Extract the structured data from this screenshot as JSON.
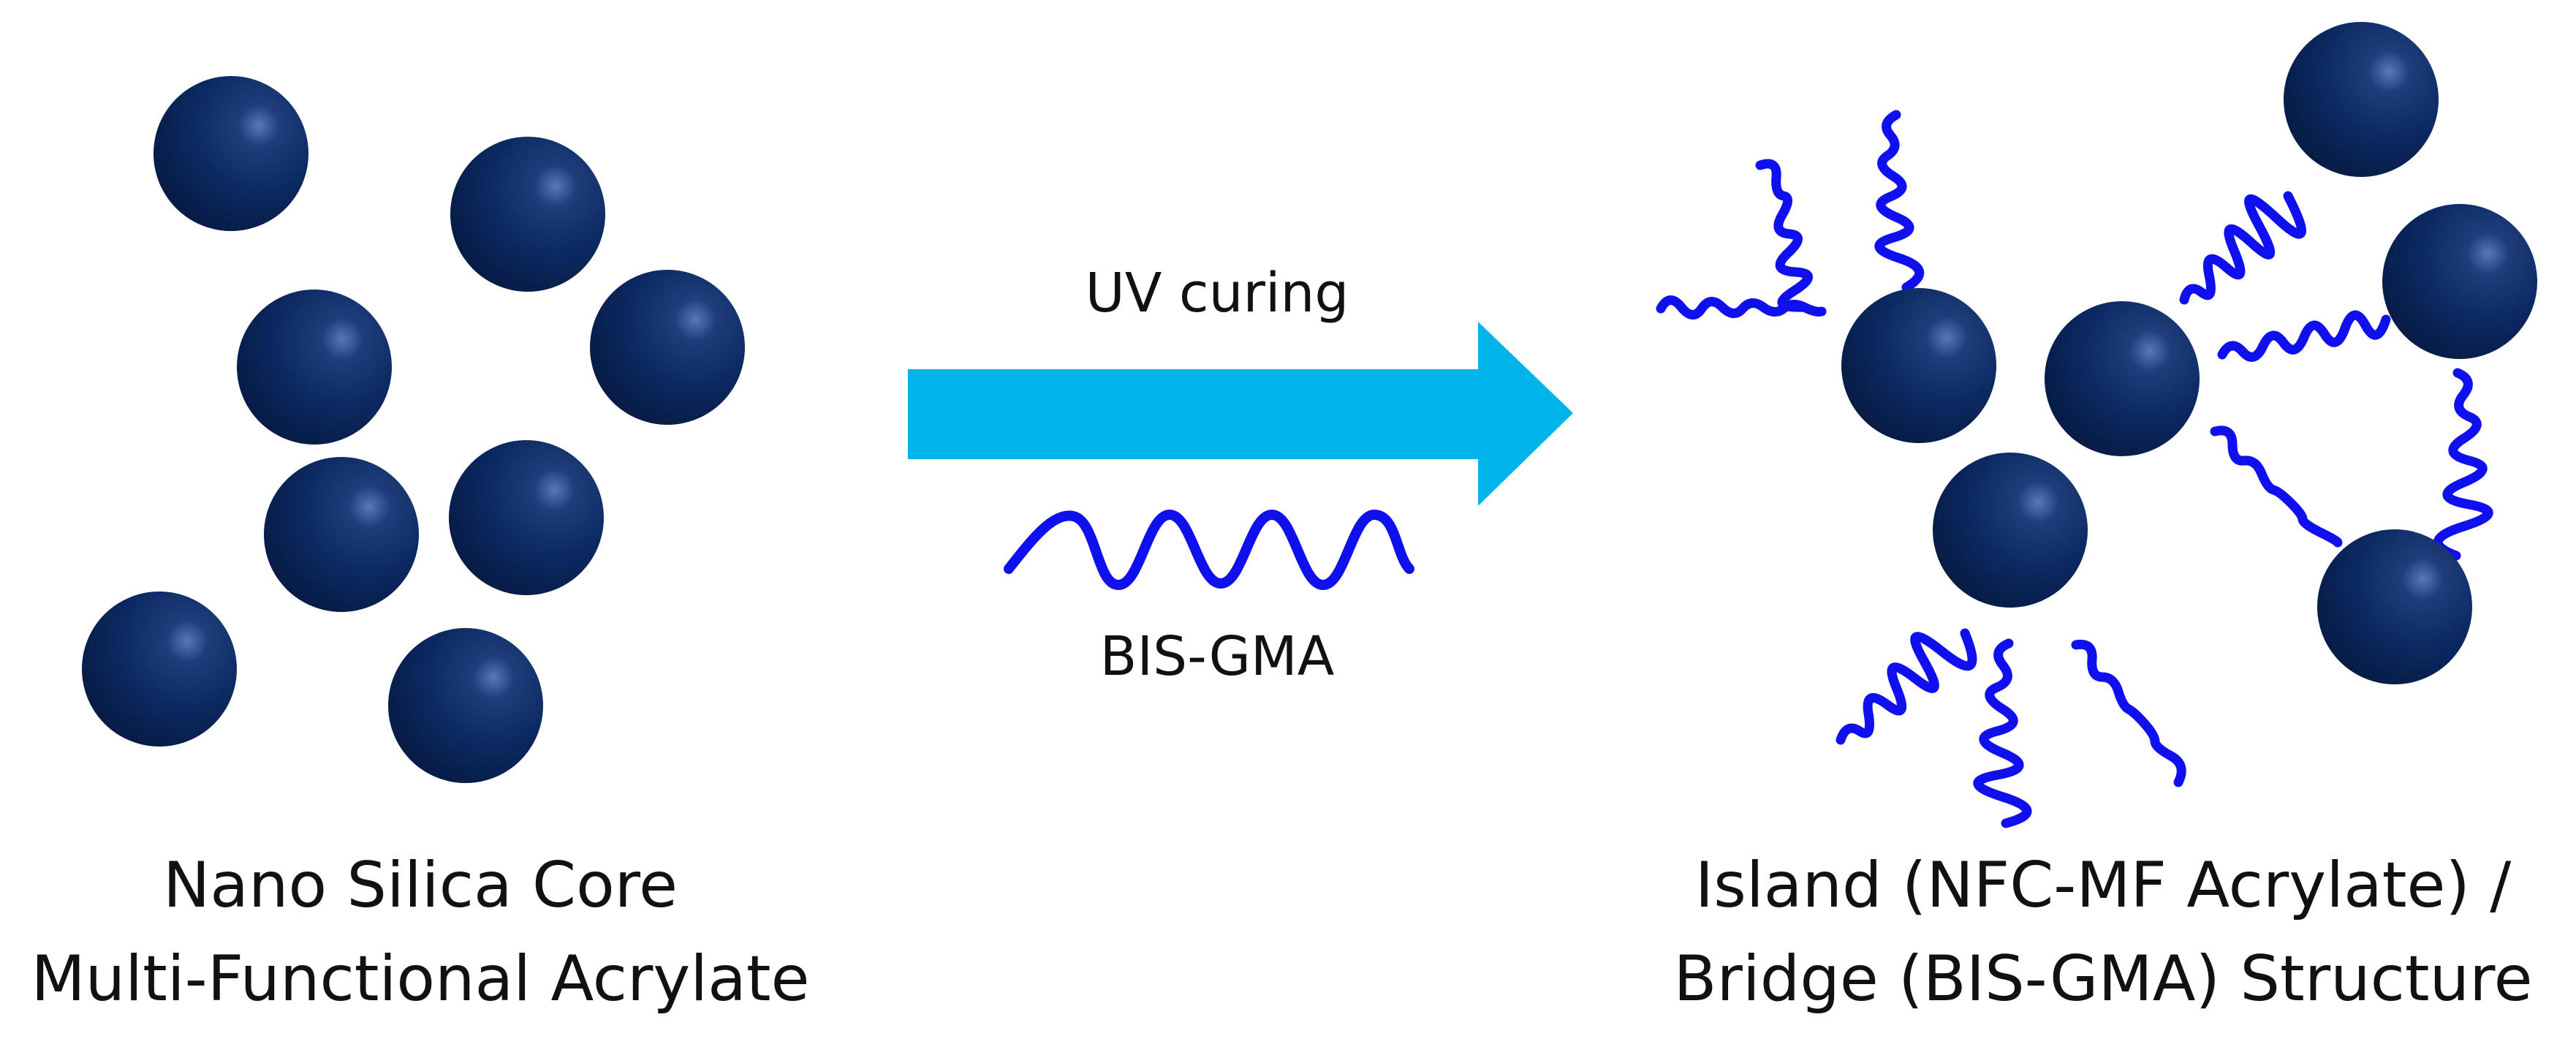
{
  "left_caption": {
    "line1": "Nano Silica Core",
    "line2": "Multi-Functional Acrylate"
  },
  "process": {
    "label": "UV curing",
    "additive_label": "BIS-GMA"
  },
  "right_caption": {
    "line1": "Island (NFC-MF Acrylate) /",
    "line2": "Bridge (BIS-GMA) Structure"
  },
  "colors": {
    "particle": "#0c2a63",
    "particle_highlight": "#3d5ea0",
    "arrow": "#00b4ea",
    "chain": "#1010ee",
    "text": "#111111"
  }
}
